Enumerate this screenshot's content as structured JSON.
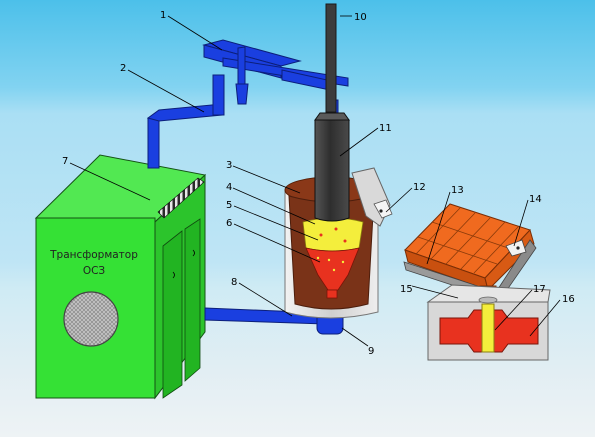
{
  "transformer": {
    "line1": "Трансформатор",
    "line2": "ОСЗ"
  },
  "labels": [
    "1",
    "2",
    "3",
    "4",
    "5",
    "6",
    "7",
    "8",
    "9",
    "10",
    "11",
    "12",
    "13",
    "14",
    "15",
    "16",
    "17"
  ],
  "colors": {
    "sky_top": "#5fc6ea",
    "sky_mid": "#bfe6f6",
    "floor": "#dcebf2",
    "transformer": "#35e135",
    "pipe": "#1a3fe0",
    "electrode": "#3c3c3c",
    "slag": "#f4ee3c",
    "metal": "#e8321f",
    "crucible_wall": "#7a3318",
    "mold": "#f06a1f",
    "casing": "#d8d8d8"
  }
}
